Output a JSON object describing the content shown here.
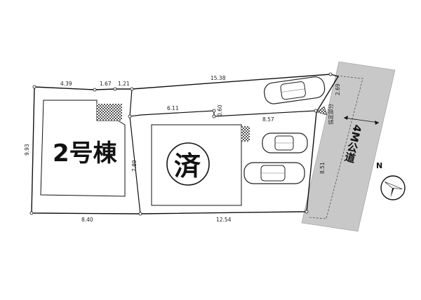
{
  "lot2": {
    "label": "2号棟"
  },
  "lot1": {
    "stamp": "済"
  },
  "dimensions": {
    "top_a": "4.39",
    "top_b": "1.67",
    "top_c": "1.21",
    "top_d": "15.38",
    "left": "9.93",
    "bottom_left": "8.40",
    "middle_vertical": "7.89",
    "bottom_right": "12.54",
    "inner_top": "6.11",
    "inner_step": "0.60",
    "inner_right": "8.57",
    "road_edge_top": "2.69",
    "road_edge": "8.51"
  },
  "road": {
    "label": "4M公道",
    "note": "協定部分"
  },
  "compass": {
    "label": "N"
  },
  "colors": {
    "road": "#c8c8c8",
    "hatch": "#555555",
    "line": "#111111"
  }
}
